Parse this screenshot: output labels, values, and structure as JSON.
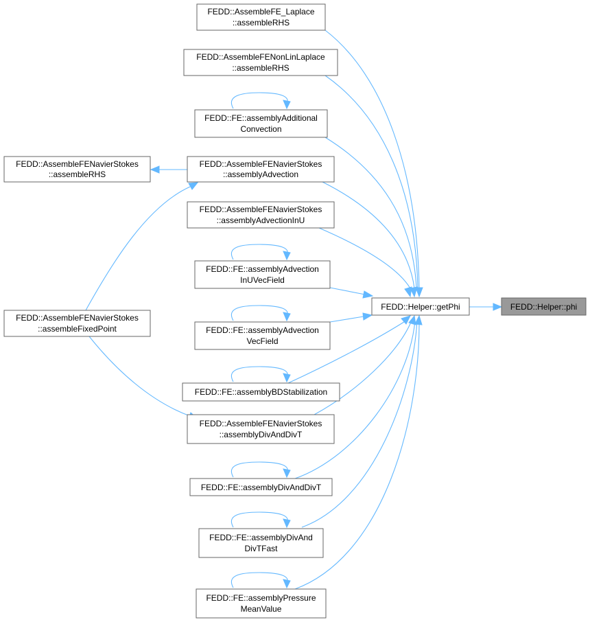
{
  "colors": {
    "edge": "#63b8ff",
    "node_border": "#666666",
    "active_fill": "#999999"
  },
  "nodes": {
    "laplace_rhs": {
      "lines": [
        "FEDD::AssembleFE_Laplace",
        "::assembleRHS"
      ]
    },
    "nonlin_rhs": {
      "lines": [
        "FEDD::AssembleFENonLinLaplace",
        "::assembleRHS"
      ]
    },
    "add_conv": {
      "lines": [
        "FEDD::FE::assemblyAdditional",
        "Convection"
      ]
    },
    "ns_rhs": {
      "lines": [
        "FEDD::AssembleFENavierStokes",
        "::assembleRHS"
      ]
    },
    "ns_adv": {
      "lines": [
        "FEDD::AssembleFENavierStokes",
        "::assemblyAdvection"
      ]
    },
    "ns_advu": {
      "lines": [
        "FEDD::AssembleFENavierStokes",
        "::assemblyAdvectionInU"
      ]
    },
    "fe_adv_inu": {
      "lines": [
        "FEDD::FE::assemblyAdvection",
        "InUVecField"
      ]
    },
    "ns_fixed": {
      "lines": [
        "FEDD::AssembleFENavierStokes",
        "::assembleFixedPoint"
      ]
    },
    "fe_adv_vec": {
      "lines": [
        "FEDD::FE::assemblyAdvection",
        "VecField"
      ]
    },
    "fe_bd": {
      "lines": [
        "FEDD::FE::assemblyBDStabilization"
      ]
    },
    "ns_div": {
      "lines": [
        "FEDD::AssembleFENavierStokes",
        "::assemblyDivAndDivT"
      ]
    },
    "fe_div": {
      "lines": [
        "FEDD::FE::assemblyDivAndDivT"
      ]
    },
    "fe_divfast": {
      "lines": [
        "FEDD::FE::assemblyDivAnd",
        "DivTFast"
      ]
    },
    "fe_press": {
      "lines": [
        "FEDD::FE::assemblyPressure",
        "MeanValue"
      ]
    },
    "getphi": {
      "lines": [
        "FEDD::Helper::getPhi"
      ]
    },
    "phi": {
      "lines": [
        "FEDD::Helper::phi"
      ]
    }
  }
}
